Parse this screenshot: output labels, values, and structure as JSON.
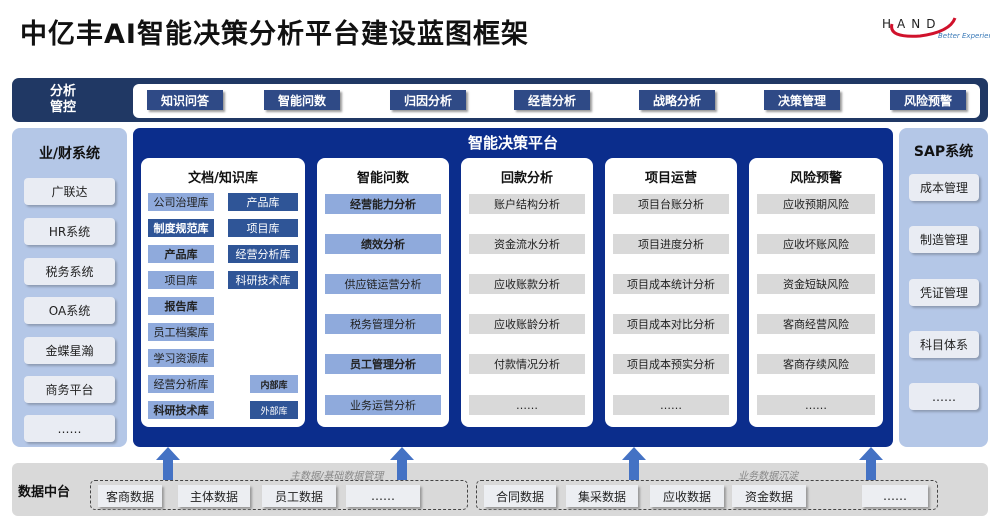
{
  "title": "中亿丰AI智能决策分析平台建设蓝图框架",
  "logo": {
    "brand": "HAND",
    "tagline": "Better Experience"
  },
  "analysis_control": {
    "label_line1": "分析",
    "label_line2": "管控",
    "items": [
      "知识问答",
      "智能问数",
      "归因分析",
      "经营分析",
      "战略分析",
      "决策管理",
      "风险预警"
    ]
  },
  "left_panel": {
    "title": "业/财系统",
    "items": [
      "广联达",
      "HR系统",
      "税务系统",
      "OA系统",
      "金蝶星瀚",
      "商务平台",
      "……"
    ]
  },
  "platform": {
    "title": "智能决策平台",
    "knowledge": {
      "title": "文档/知识库",
      "left": [
        "公司治理库",
        "制度规范库",
        "产品库",
        "项目库",
        "报告库",
        "员工档案库",
        "学习资源库",
        "经营分析库",
        "科研技术库"
      ],
      "right": [
        "产品库",
        "项目库",
        "经营分析库",
        "科研技术库"
      ],
      "internal": "内部库",
      "external": "外部库"
    },
    "columns": [
      {
        "title": "智能问数",
        "items": [
          "经营能力分析",
          "绩效分析",
          "供应链运营分析",
          "税务管理分析",
          "员工管理分析",
          "业务运营分析"
        ]
      },
      {
        "title": "回款分析",
        "items": [
          "账户结构分析",
          "资金流水分析",
          "应收账款分析",
          "应收账龄分析",
          "付款情况分析",
          "……"
        ]
      },
      {
        "title": "项目运营",
        "items": [
          "项目台账分析",
          "项目进度分析",
          "项目成本统计分析",
          "项目成本对比分析",
          "项目成本预实分析",
          "……"
        ]
      },
      {
        "title": "风险预警",
        "items": [
          "应收预期风险",
          "应收坏账风险",
          "资金短缺风险",
          "客商经营风险",
          "客商存续风险",
          "……"
        ]
      }
    ]
  },
  "right_panel": {
    "title": "SAP系统",
    "items": [
      "成本管理",
      "制造管理",
      "凭证管理",
      "科目体系",
      "……"
    ]
  },
  "data_center": {
    "label": "数据中台",
    "group1": {
      "label": "主数据/基础数据管理",
      "items": [
        "客商数据",
        "主体数据",
        "员工数据",
        "……"
      ]
    },
    "group2": {
      "label": "业务数据沉淀",
      "items": [
        "合同数据",
        "集采数据",
        "应收数据",
        "资金数据",
        "……"
      ]
    }
  }
}
